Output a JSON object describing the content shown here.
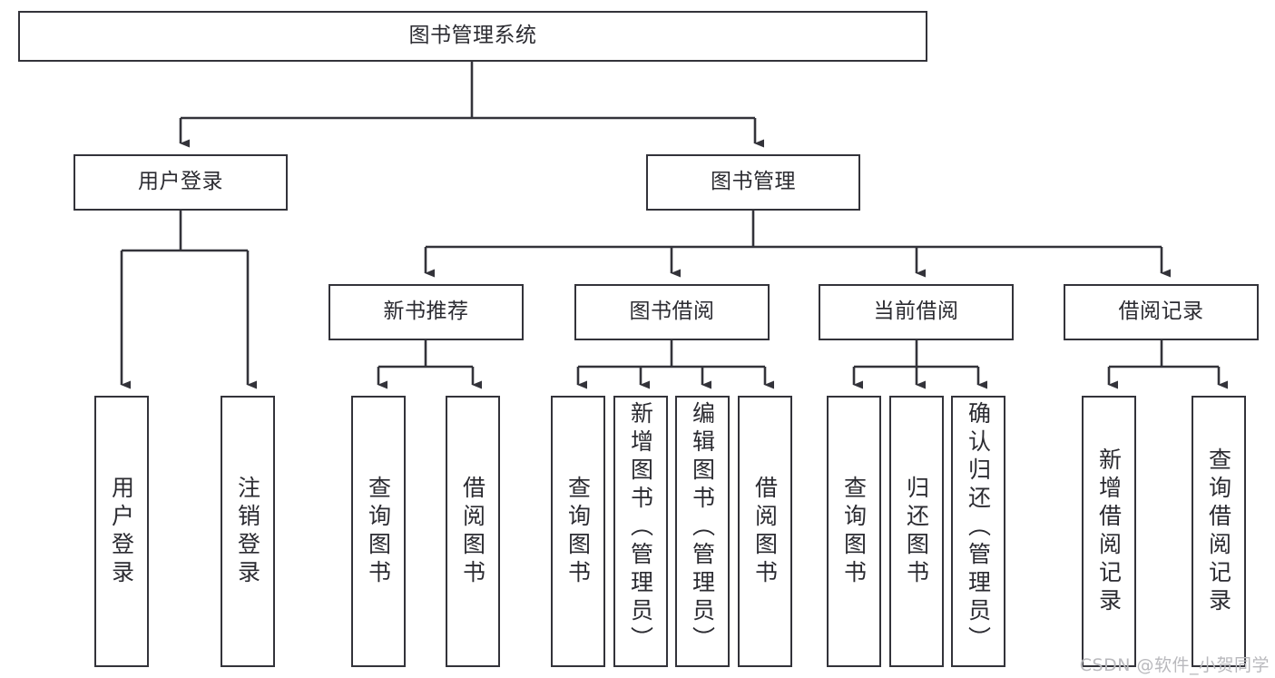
{
  "diagram": {
    "title": "图书管理系统",
    "type": "tree-hierarchy-chart",
    "line_color": "#33333a",
    "text_color": "#2b2b31",
    "background": "#ffffff",
    "watermark": "CSDN @软件_小贺同学",
    "levels": {
      "root": {
        "label": "图书管理系统"
      },
      "level2": [
        {
          "label": "用户登录"
        },
        {
          "label": "图书管理"
        }
      ],
      "level3": [
        {
          "label": "新书推荐"
        },
        {
          "label": "图书借阅"
        },
        {
          "label": "当前借阅"
        },
        {
          "label": "借阅记录"
        }
      ],
      "leaves": {
        "user_login": [
          {
            "label": "用户登录"
          },
          {
            "label": "注销登录"
          }
        ],
        "new_book_recommend": [
          {
            "label": "查询图书"
          },
          {
            "label": "借阅图书"
          }
        ],
        "book_borrow": [
          {
            "label": "查询图书"
          },
          {
            "label": "新增图书（管理员）"
          },
          {
            "label": "编辑图书（管理员）"
          },
          {
            "label": "借阅图书"
          }
        ],
        "current_borrow": [
          {
            "label": "查询图书"
          },
          {
            "label": "归还图书"
          },
          {
            "label": "确认归还（管理员）"
          }
        ],
        "borrow_record": [
          {
            "label": "新增借阅记录"
          },
          {
            "label": "查询借阅记录"
          }
        ]
      }
    }
  }
}
